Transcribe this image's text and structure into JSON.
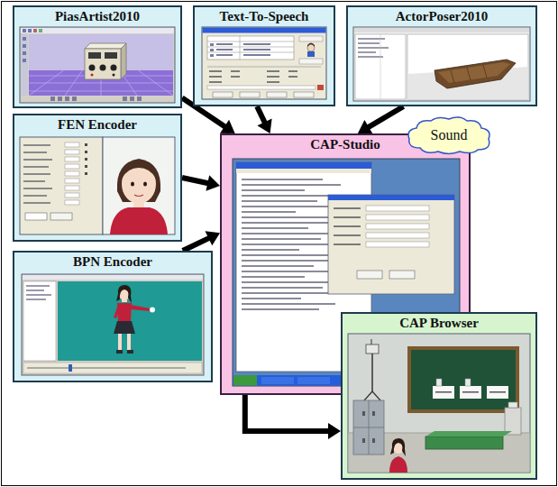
{
  "diagram": {
    "nodes": [
      {
        "text": [
          "PiasArtist2010"
        ]
      },
      {
        "text": [
          "Text-To-Speech"
        ]
      },
      {
        "text": [
          "ActorPoser2010"
        ]
      },
      {
        "text": [
          "FEN Encoder"
        ]
      },
      {
        "text": [
          "CAP-Studio"
        ]
      },
      {
        "text": [
          "Sound"
        ],
        "in": 4
      },
      {
        "text": [
          "BPN Encoder"
        ]
      },
      {
        "text": [
          "CAP Browser"
        ]
      }
    ],
    "edges": [
      {
        "from": 0,
        "to": 4,
        "arrow": "to"
      },
      {
        "from": 1,
        "to": 4,
        "arrow": "to"
      },
      {
        "from": 2,
        "to": 4,
        "arrow": "to"
      },
      {
        "from": 3,
        "to": 4,
        "arrow": "to"
      },
      {
        "from": 6,
        "to": 4,
        "arrow": "to"
      },
      {
        "from": 4,
        "to": 7,
        "arrow": "to"
      }
    ]
  }
}
